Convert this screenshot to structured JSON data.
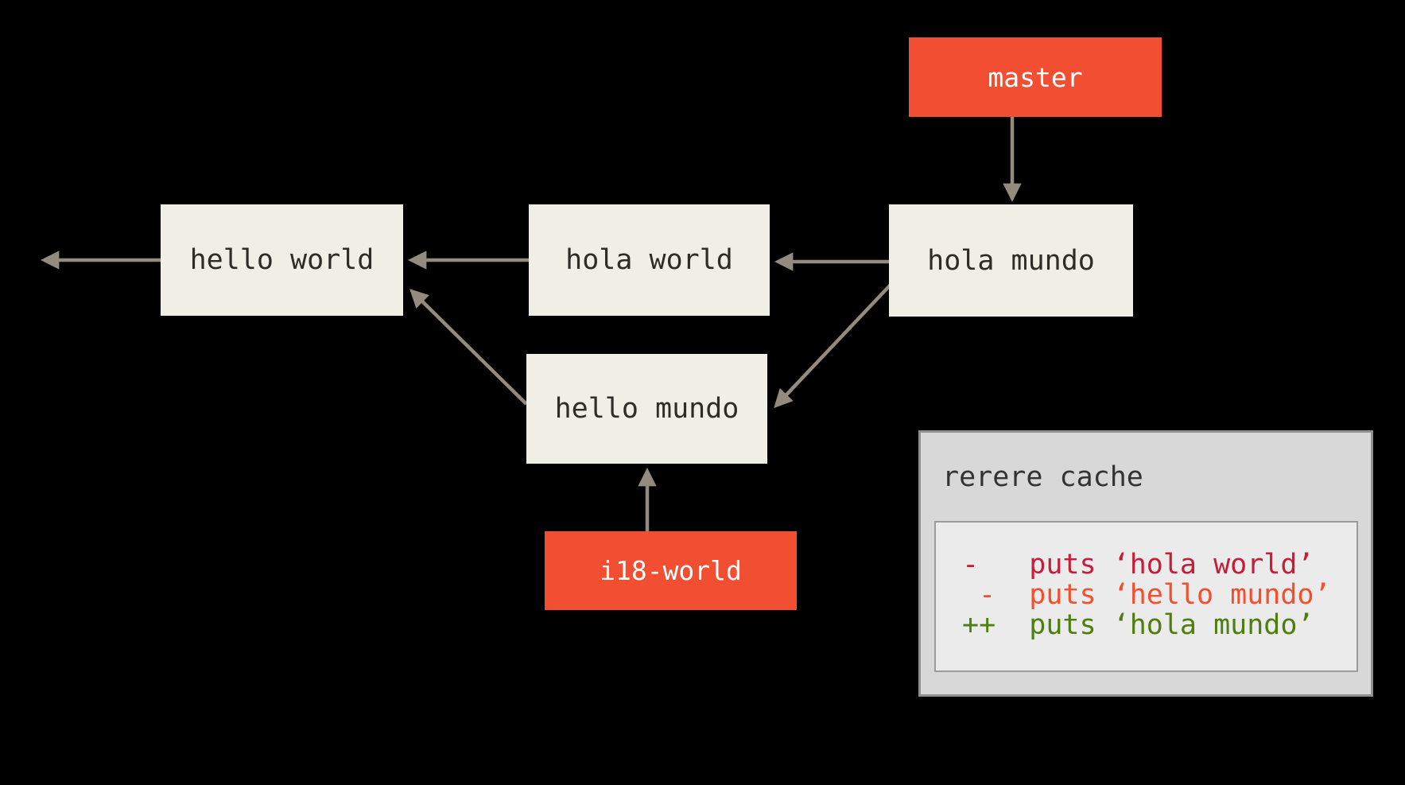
{
  "commits": [
    {
      "label": "hello world"
    },
    {
      "label": "hola world"
    },
    {
      "label": "hola mundo"
    },
    {
      "label": "hello mundo"
    }
  ],
  "branches": [
    {
      "label": "master"
    },
    {
      "label": "i18-world"
    }
  ],
  "rerere": {
    "title": "rerere cache",
    "lines": [
      {
        "text": "-   puts ‘hola world’",
        "color": "#c41e3a"
      },
      {
        "text": " -  puts ‘hello mundo’",
        "color": "#f1502f"
      },
      {
        "text": "++  puts ‘hola mundo’",
        "color": "#4e7e0d"
      }
    ]
  },
  "colors": {
    "background": "#000000",
    "branch_box": "#f14e32",
    "branch_text": "#ffffff",
    "commit_box": "#f0efe6",
    "commit_text": "#2d2d27",
    "arrow": "#938b7d",
    "rerere_outer_bg": "#d8d8d8",
    "rerere_inner_bg": "#ebebeb",
    "rerere_title_text": "#333333",
    "diff_removed_red": "#c41e3a",
    "diff_removed_orange": "#f1502f",
    "diff_added_green": "#4e7e0d"
  }
}
